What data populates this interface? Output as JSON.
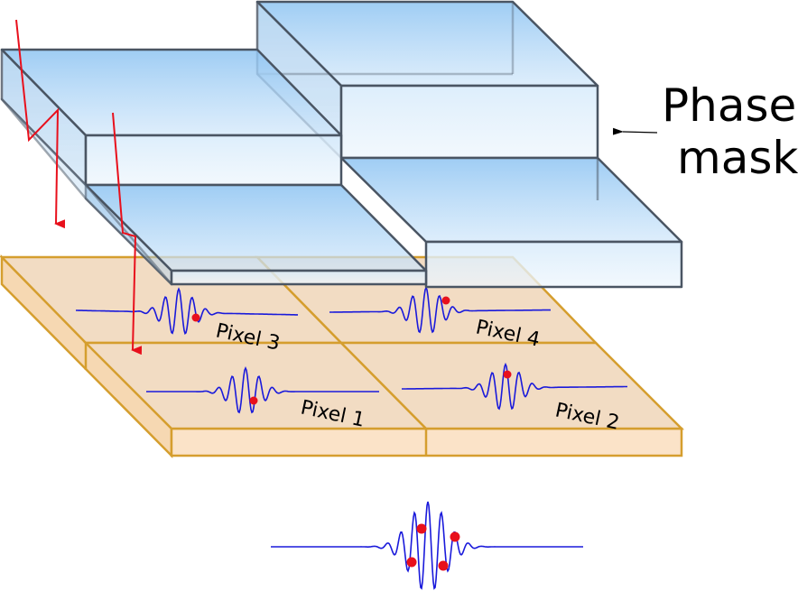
{
  "labels": {
    "phase_mask_line1": "Phase",
    "phase_mask_line2": "mask",
    "pixel_1": "Pixel 1",
    "pixel_2": "Pixel 2",
    "pixel_3": "Pixel 3",
    "pixel_4": "Pixel 4"
  },
  "colors": {
    "detector_fill": "#f2dcc3",
    "detector_side": "#fbe3c8",
    "detector_stroke": "#d59e2e",
    "mask_edge": "#4a5563",
    "wave": "#1a1adb",
    "sample_dot": "#e8101c",
    "ray": "#e8101c"
  }
}
